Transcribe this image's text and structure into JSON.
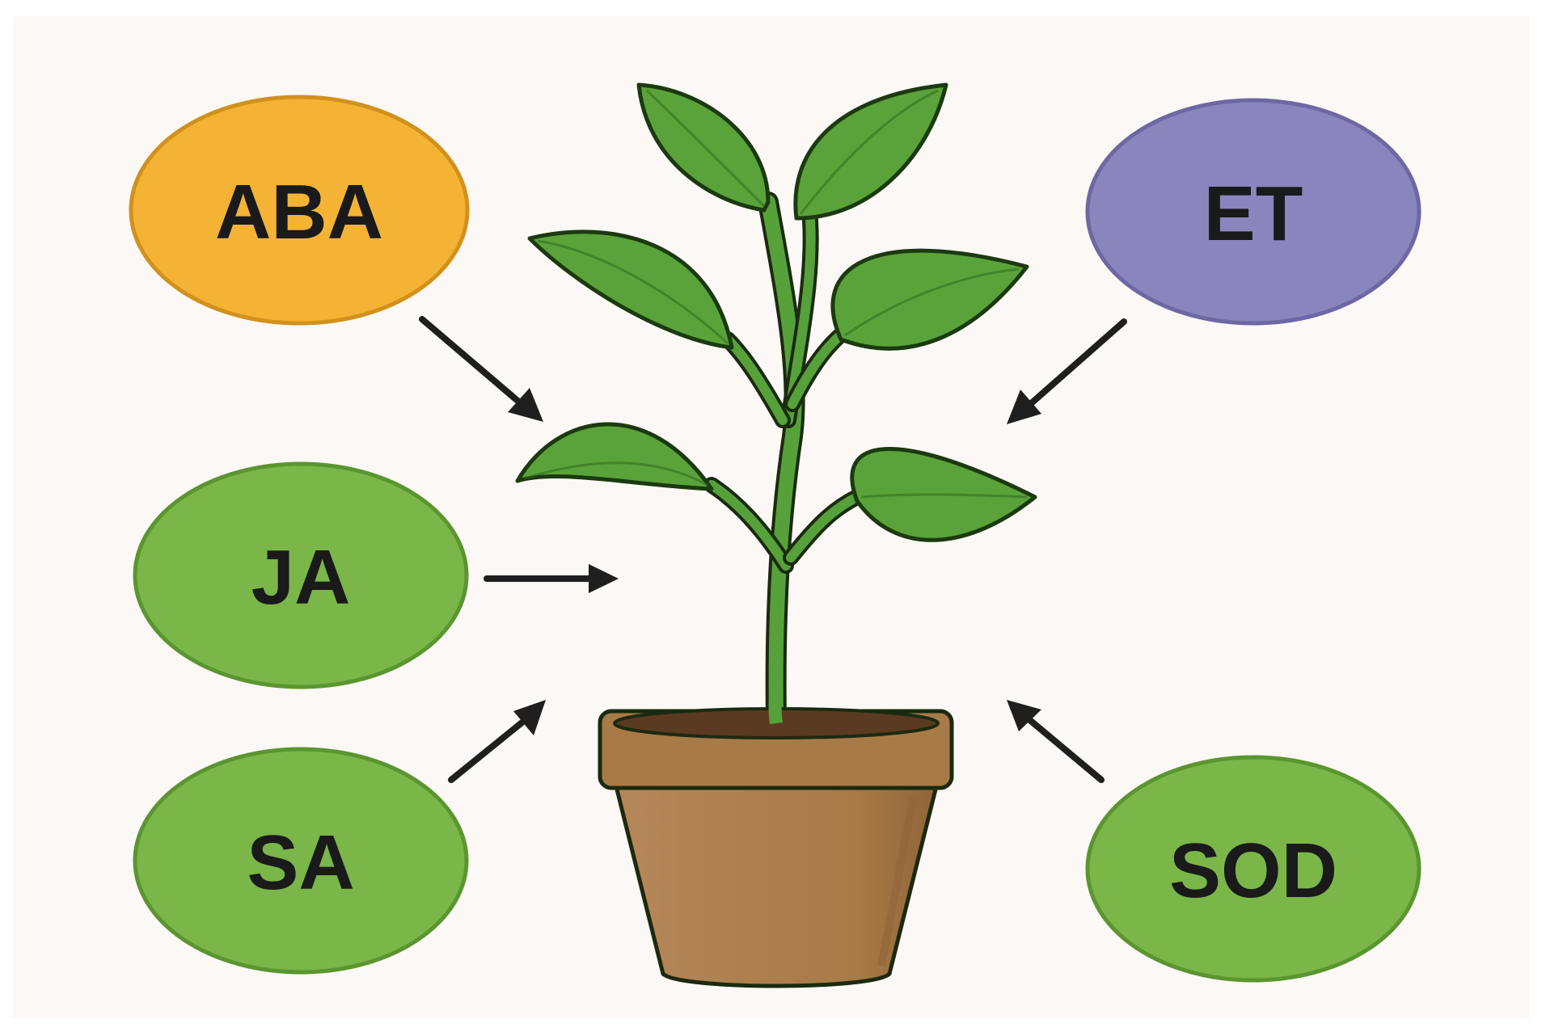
{
  "nodes": [
    {
      "id": "aba",
      "label": "ABA",
      "color": "#f5b335"
    },
    {
      "id": "et",
      "label": "ET",
      "color": "#8a85bd"
    },
    {
      "id": "ja",
      "label": "JA",
      "color": "#7ab648"
    },
    {
      "id": "sa",
      "label": "SA",
      "color": "#7ab648"
    },
    {
      "id": "sod",
      "label": "SOD",
      "color": "#7ab648"
    }
  ],
  "colors": {
    "background": "#fbf8f5",
    "leaf": "#5aa33a",
    "leaf_dark": "#3f8a26",
    "stem": "#56a13a",
    "pot": "#a87a48",
    "pot_rim": "#9b6e3e",
    "soil": "#5a3b21",
    "arrow": "#1f1f1f"
  },
  "icons": [
    "plant-icon",
    "pot-icon"
  ]
}
